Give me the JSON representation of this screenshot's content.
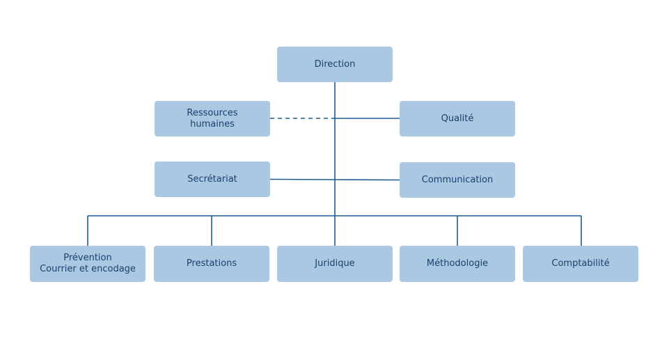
{
  "org_chart": {
    "direction": "Direction",
    "staff": {
      "ressources_humaines": "Ressources\nhumaines",
      "qualite": "Qualité",
      "secretariat": "Secrétariat",
      "communication": "Communication"
    },
    "departments": {
      "prevention": "Prévention\nCourrier et encodage",
      "prestations": "Prestations",
      "juridique": "Juridique",
      "methodologie": "Méthodologie",
      "comptabilite": "Comptabilité"
    }
  },
  "colors": {
    "box_fill": "#aac8e2",
    "box_text": "#1b3f6e",
    "connector": "#1e5a8f"
  }
}
